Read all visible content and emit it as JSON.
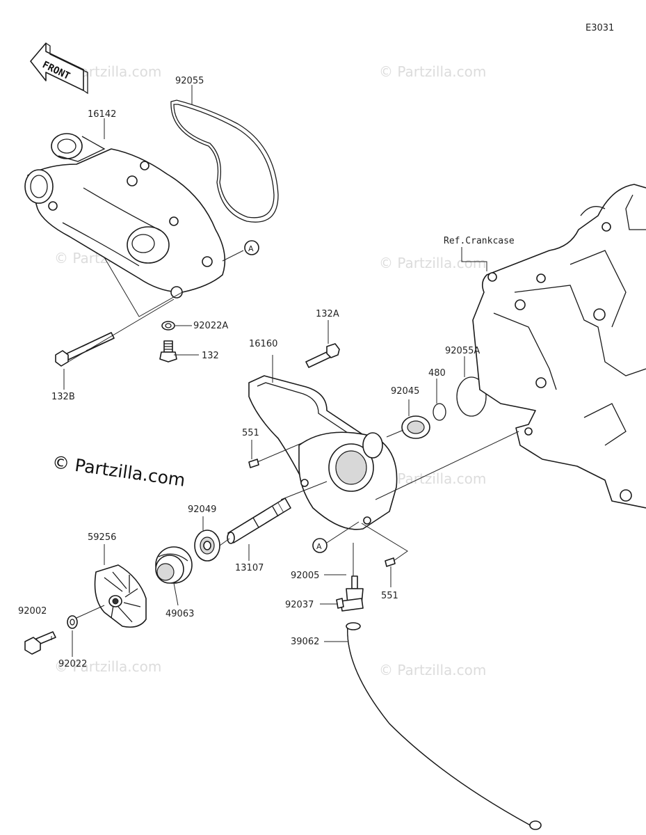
{
  "diagram_code": "E3031",
  "front_label": "FRONT",
  "ref_label": "Ref.Crankcase",
  "callout_letter": "A",
  "watermark_main": "© Partzilla.com",
  "watermark_faint": "© Partzilla.com",
  "parts": {
    "p92055": "92055",
    "p16142": "16142",
    "p92022A": "92022A",
    "p132": "132",
    "p132B": "132B",
    "p132A": "132A",
    "p16160": "16160",
    "p92045": "92045",
    "p480": "480",
    "p92055A": "92055A",
    "p551a": "551",
    "p551b": "551",
    "p92049": "92049",
    "p59256": "59256",
    "p13107": "13107",
    "p49063": "49063",
    "p92005": "92005",
    "p92037": "92037",
    "p92002": "92002",
    "p92022": "92022",
    "p39062": "39062"
  }
}
